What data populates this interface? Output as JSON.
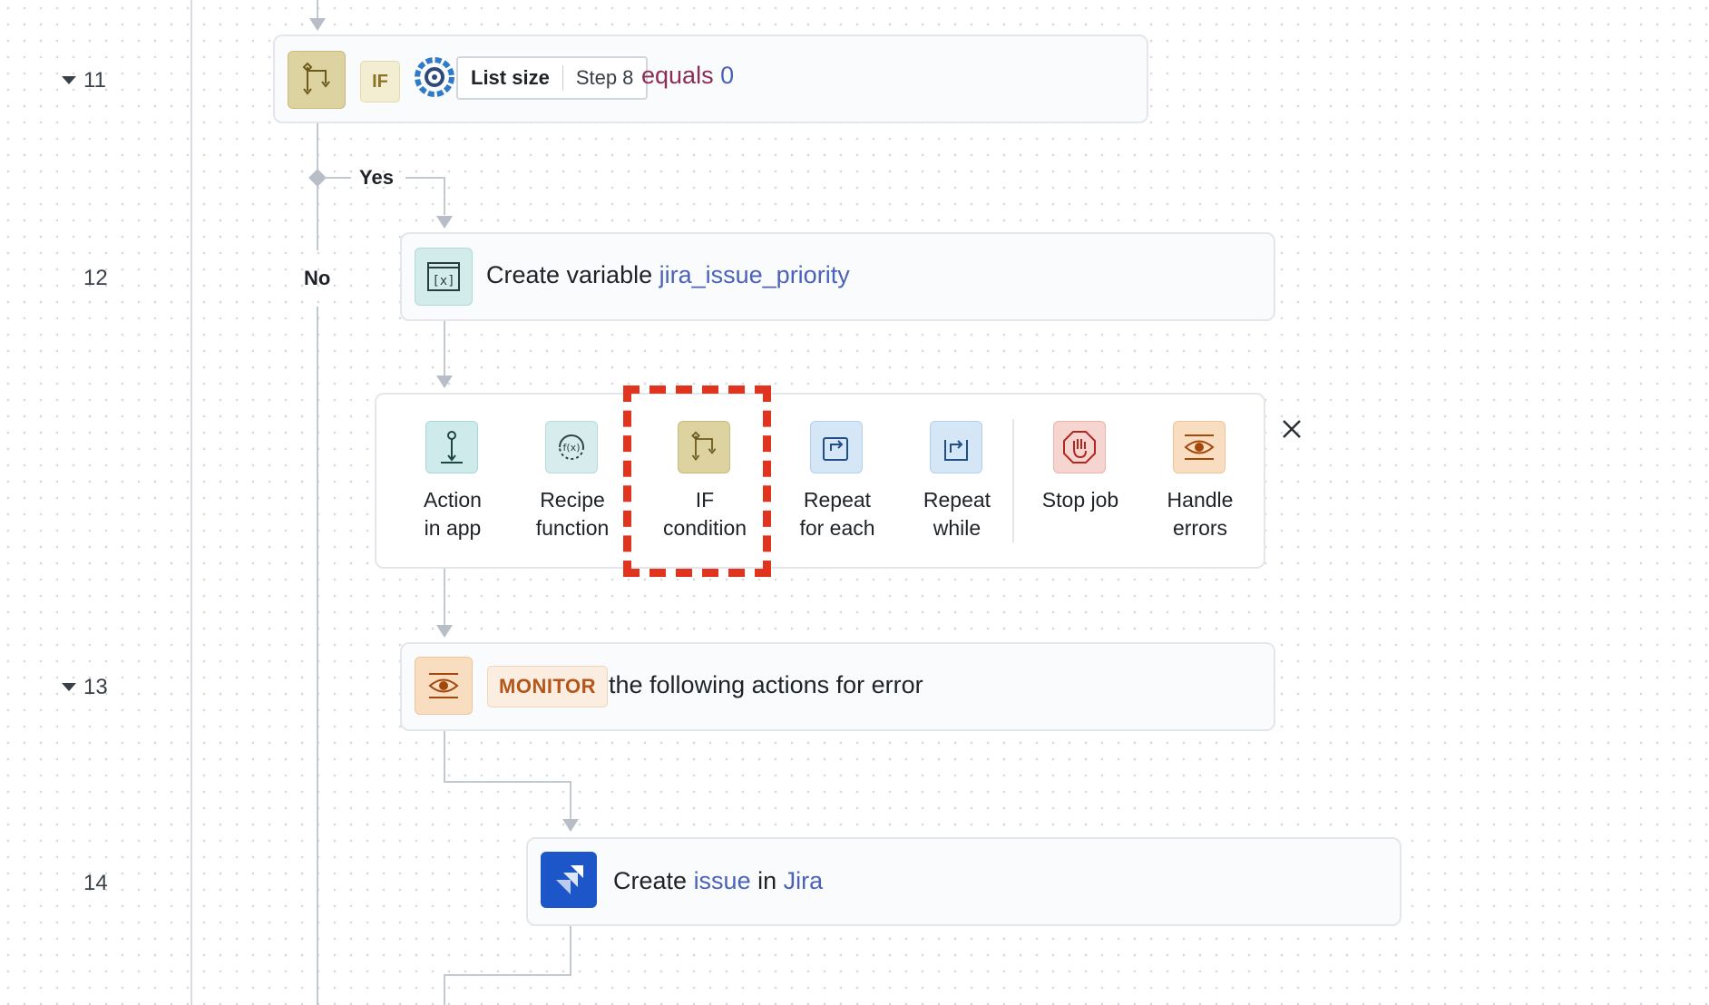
{
  "line_numbers": {
    "n11": "11",
    "n12": "12",
    "n13": "13",
    "n14": "14"
  },
  "step11": {
    "if_badge": "IF",
    "datapill_label": "List size",
    "datapill_step": "Step 8",
    "operator": "equals",
    "value": "0"
  },
  "branch": {
    "yes": "Yes",
    "no": "No"
  },
  "step12": {
    "prefix": "Create variable",
    "variable": "jira_issue_priority"
  },
  "picker": {
    "options": [
      {
        "line1": "Action",
        "line2": "in app",
        "icon": "action-in-app-icon"
      },
      {
        "line1": "Recipe",
        "line2": "function",
        "icon": "recipe-function-icon"
      },
      {
        "line1": "IF",
        "line2": "condition",
        "icon": "if-condition-icon"
      },
      {
        "line1": "Repeat",
        "line2": "for each",
        "icon": "repeat-for-each-icon"
      },
      {
        "line1": "Repeat",
        "line2": "while",
        "icon": "repeat-while-icon"
      },
      {
        "line1": "Stop job",
        "line2": "",
        "icon": "stop-job-icon"
      },
      {
        "line1": "Handle",
        "line2": "errors",
        "icon": "handle-errors-icon"
      }
    ],
    "highlighted_option": "IF condition"
  },
  "step13": {
    "badge": "MONITOR",
    "text": "the following actions for error"
  },
  "step14": {
    "prefix": "Create",
    "object": "issue",
    "mid": "in",
    "app": "Jira"
  },
  "colors": {
    "highlight": "#e0341f",
    "link": "#4a62b8",
    "operator": "#8b2d55",
    "monitor": "#b4561a",
    "jira": "#1d56c8"
  }
}
